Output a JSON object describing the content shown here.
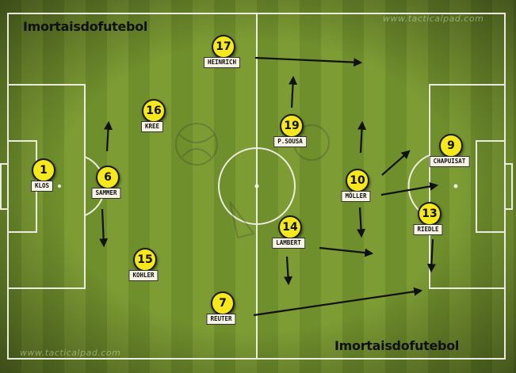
{
  "brand": {
    "top_left": "Imortaisdofutebol",
    "bottom_right": "Imortaisdofutebol"
  },
  "watermark": {
    "top": "www.tacticalpad.com",
    "bottom": "www.tacticalpad.com"
  },
  "colors": {
    "disc": "#f5e81c",
    "label_bg": "#f7f4e6",
    "arrow": "#111111",
    "pitch_light": "#7d9c34",
    "pitch_dark": "#6f8e2c"
  },
  "players": [
    {
      "id": "klos",
      "number": "1",
      "name": "KLOS"
    },
    {
      "id": "sammer",
      "number": "6",
      "name": "SAMMER"
    },
    {
      "id": "kree",
      "number": "16",
      "name": "KREE"
    },
    {
      "id": "kohler",
      "number": "15",
      "name": "KOHLER"
    },
    {
      "id": "heinrich",
      "number": "17",
      "name": "HEINRICH"
    },
    {
      "id": "reuter",
      "number": "7",
      "name": "REUTER"
    },
    {
      "id": "psousa",
      "number": "19",
      "name": "P.SOUSA"
    },
    {
      "id": "lambert",
      "number": "14",
      "name": "LAMBERT"
    },
    {
      "id": "moller",
      "number": "10",
      "name": "MÖLLER"
    },
    {
      "id": "chapuisat",
      "number": "9",
      "name": "CHAPUISAT"
    },
    {
      "id": "riedle",
      "number": "13",
      "name": "RIEDLE"
    }
  ]
}
